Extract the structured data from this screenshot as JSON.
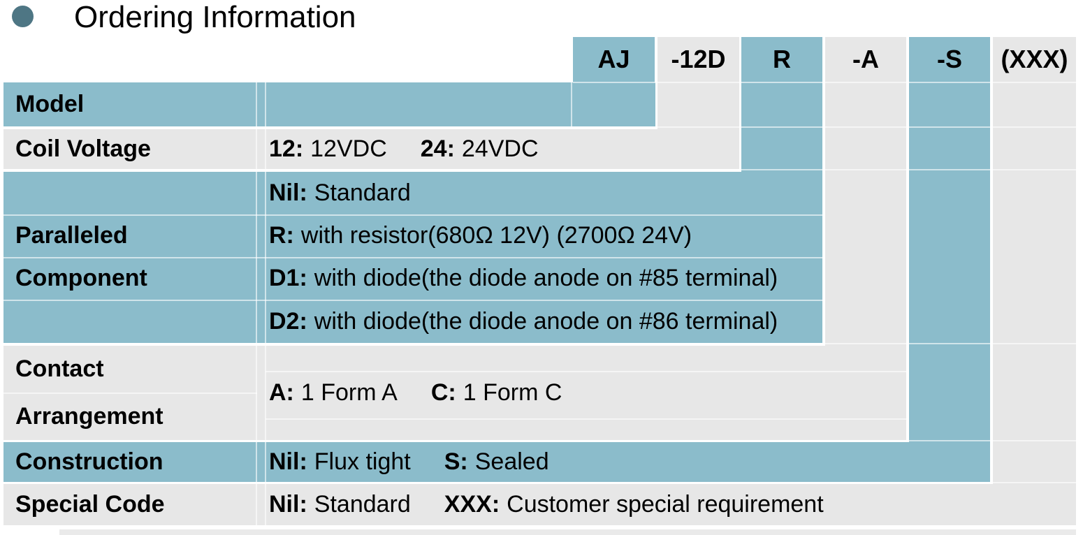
{
  "title": "Ordering Information",
  "colors": {
    "teal": "#8bbccb",
    "gray": "#e7e7e7",
    "bullet": "#4e7684",
    "line": "rgba(255,255,255,0.6)"
  },
  "code_header": {
    "cells": [
      {
        "label": "AJ"
      },
      {
        "label": "-12D"
      },
      {
        "label": "R"
      },
      {
        "label": "-A"
      },
      {
        "label": "-S"
      },
      {
        "label": "(XXX)"
      }
    ]
  },
  "rows": {
    "model": {
      "label": "Model"
    },
    "coil_voltage": {
      "label": "Coil Voltage",
      "options": [
        {
          "code": "12:",
          "text": "12VDC"
        },
        {
          "code": "24:",
          "text": "24VDC"
        }
      ]
    },
    "paralleled_component": {
      "label_line1": "Paralleled",
      "label_line2": "Component",
      "lines": [
        {
          "code": "Nil:",
          "text": "Standard"
        },
        {
          "code": "R:",
          "text": "with resistor(680Ω 12V) (2700Ω 24V)"
        },
        {
          "code": "D1:",
          "text": "with diode(the diode anode on #85 terminal)"
        },
        {
          "code": "D2:",
          "text": "with diode(the diode anode on #86 terminal)"
        }
      ]
    },
    "contact_arrangement": {
      "label_line1": "Contact",
      "label_line2": "Arrangement",
      "options": [
        {
          "code": "A:",
          "text": "1 Form A"
        },
        {
          "code": "C:",
          "text": "1 Form C"
        }
      ]
    },
    "construction": {
      "label": "Construction",
      "options": [
        {
          "code": "Nil:",
          "text": "Flux tight"
        },
        {
          "code": "S:",
          "text": "Sealed"
        }
      ]
    },
    "special_code": {
      "label": "Special Code",
      "options": [
        {
          "code": "Nil:",
          "text": "Standard"
        },
        {
          "code": "XXX:",
          "text": "Customer special requirement"
        }
      ]
    }
  }
}
